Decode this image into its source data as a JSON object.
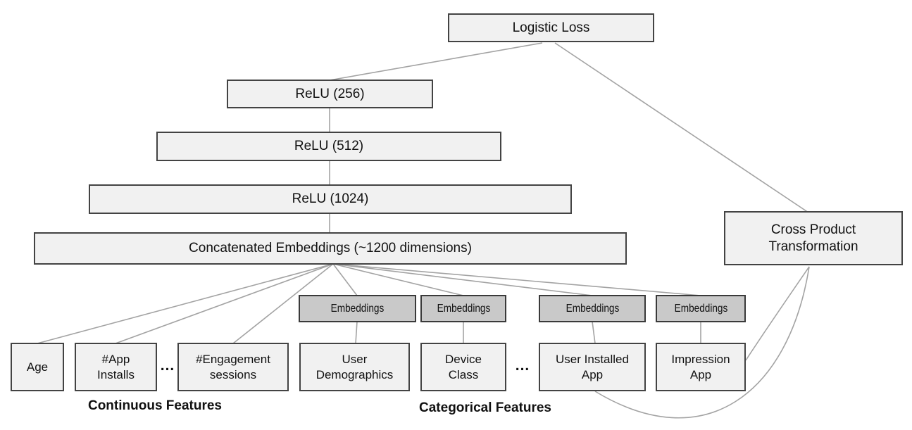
{
  "colors": {
    "background": "#ffffff",
    "box_fill": "#f1f1f1",
    "box_border": "#434343",
    "embedding_fill": "#c9c9c9",
    "embedding_border": "#3a3a3a",
    "connector": "#a3a3a3",
    "text": "#111111"
  },
  "nodes": {
    "logistic_loss": "Logistic Loss",
    "relu_256": "ReLU (256)",
    "relu_512": "ReLU (512)",
    "relu_1024": "ReLU (1024)",
    "concatenated_embeddings": "Concatenated Embeddings (~1200 dimensions)",
    "cross_product": "Cross Product\nTransformation",
    "embeddings": [
      "Embeddings",
      "Embeddings",
      "Embeddings",
      "Embeddings"
    ],
    "age": "Age",
    "app_installs": "#App\nInstalls",
    "engagement_sessions": "#Engagement\nsessions",
    "user_demographics": "User\nDemographics",
    "device_class": "Device\nClass",
    "user_installed_app": "User Installed\nApp",
    "impression_app": "Impression\nApp"
  },
  "labels": {
    "continuous_features": "Continuous Features",
    "categorical_features": "Categorical Features",
    "ellipsis": "..."
  }
}
